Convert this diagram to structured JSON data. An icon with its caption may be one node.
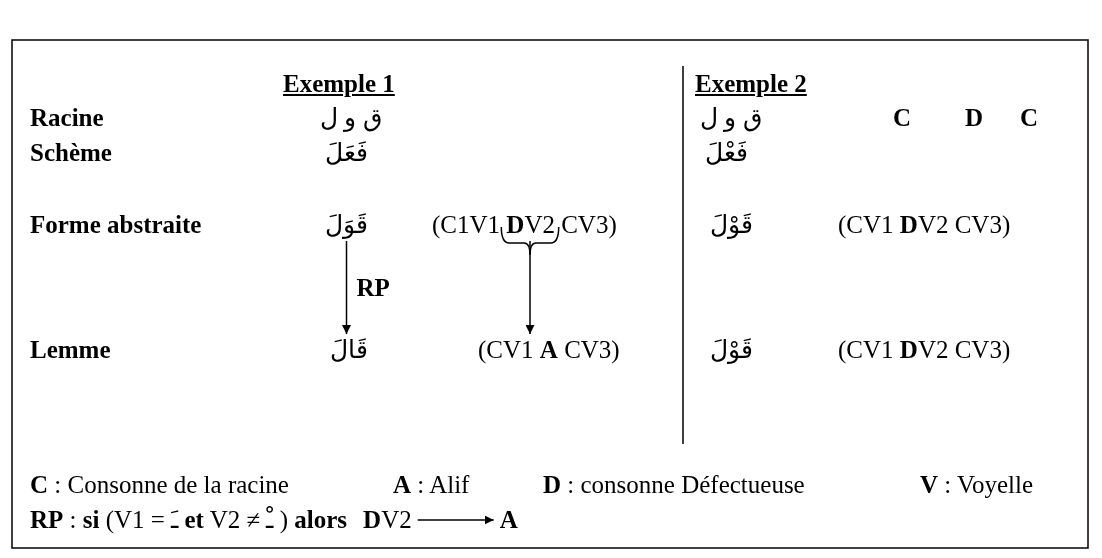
{
  "diagram": {
    "nodes": [
      {
        "text": [
          "قَوَلَ"
        ]
      },
      {
        "text": [
          "(C1V1 **D**V2 CV3)"
        ]
      },
      {
        "text": [
          "قَالَ"
        ]
      },
      {
        "text": [
          "(CV1 **A** CV3)"
        ]
      },
      {
        "text": [
          "**D**V2"
        ]
      },
      {
        "text": [
          "A"
        ]
      }
    ],
    "edges": [
      {
        "from": 0,
        "to": 2,
        "arrow": "to",
        "label": "RP"
      },
      {
        "from": 1,
        "to": 3,
        "arrow": "to"
      },
      {
        "from": 4,
        "to": 5,
        "arrow": "to"
      }
    ],
    "labels": [
      "Exemple 1",
      "Exemple 2",
      "Racine",
      "ق و ل",
      "ق و ل",
      "C",
      "D",
      "C",
      "Schème",
      "فَعَلَ",
      "فَعْلَ",
      "Forme abstraite",
      "قَوْلَ",
      "(CV1 **D**V2 CV3)",
      "Lemme",
      "قَوْلَ",
      "(CV1 **D**V2 CV3)",
      "**C** : Consonne de la racine",
      "**A** : Alif",
      "**D** : consonne Défectueuse",
      "**V** : Voyelle",
      "**RP** : **si** (V1 = ـَ  **et**  V2 ≠ ـْ ) **alors**"
    ]
  }
}
